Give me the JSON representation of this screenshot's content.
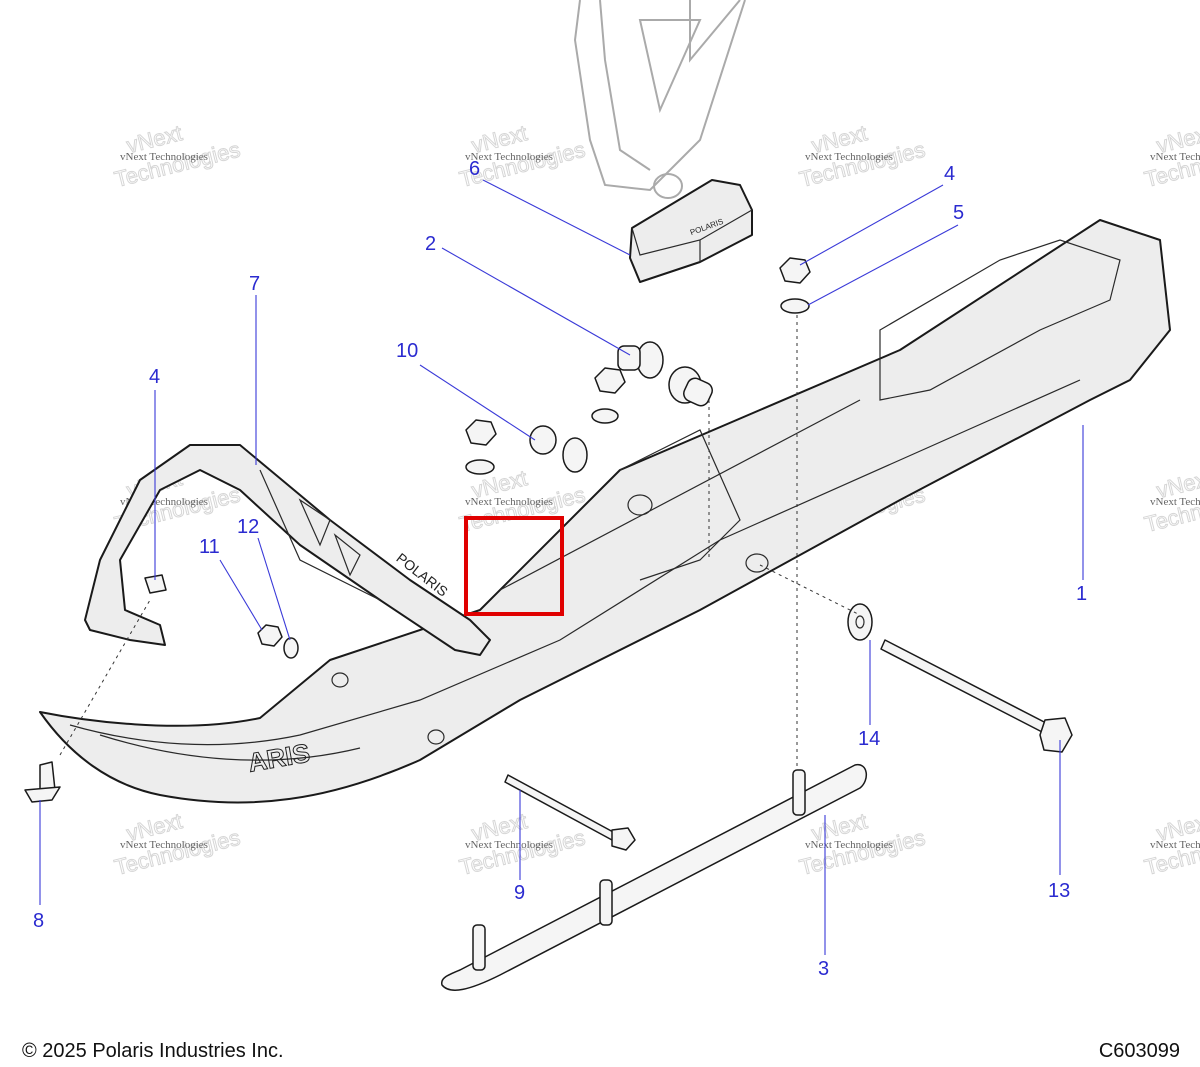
{
  "callouts": [
    {
      "id": "1",
      "label": "1"
    },
    {
      "id": "2",
      "label": "2"
    },
    {
      "id": "3",
      "label": "3"
    },
    {
      "id": "4a",
      "label": "4"
    },
    {
      "id": "4b",
      "label": "4"
    },
    {
      "id": "5",
      "label": "5"
    },
    {
      "id": "6",
      "label": "6"
    },
    {
      "id": "7",
      "label": "7"
    },
    {
      "id": "8",
      "label": "8"
    },
    {
      "id": "9",
      "label": "9"
    },
    {
      "id": "10",
      "label": "10"
    },
    {
      "id": "11",
      "label": "11"
    },
    {
      "id": "12",
      "label": "12"
    },
    {
      "id": "13",
      "label": "13"
    },
    {
      "id": "14",
      "label": "14"
    }
  ],
  "watermark": {
    "line1": "vNext Technologies",
    "line2": "vNext",
    "line3": "Technologies"
  },
  "ski_brand_text": "POLARIS",
  "ski_brand_text_partial": "ARIS",
  "footer": {
    "copyright": "© 2025 Polaris Industries Inc.",
    "figure_id": "C603099"
  },
  "colors": {
    "callout": "#2b2bd0",
    "highlight": "#e00000",
    "part_fill": "#ededed"
  }
}
